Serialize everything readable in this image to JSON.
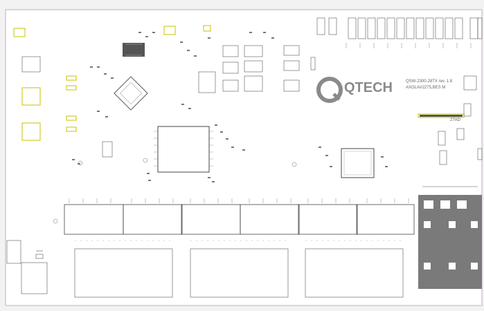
{
  "brand": {
    "name": "QTECH"
  },
  "board": {
    "model_line": "QSW-2300-28TX rev. 1.8",
    "part_number": "AXGLAV2275,BES M"
  },
  "header_label": "27AD",
  "colors": {
    "background": "#f2f2f2",
    "board_border": "#c8a8c8",
    "component_outline": "#555555",
    "highlight": "#c8c000",
    "copper": "#7a7a7a",
    "logo_gray": "#8a8a8a"
  }
}
